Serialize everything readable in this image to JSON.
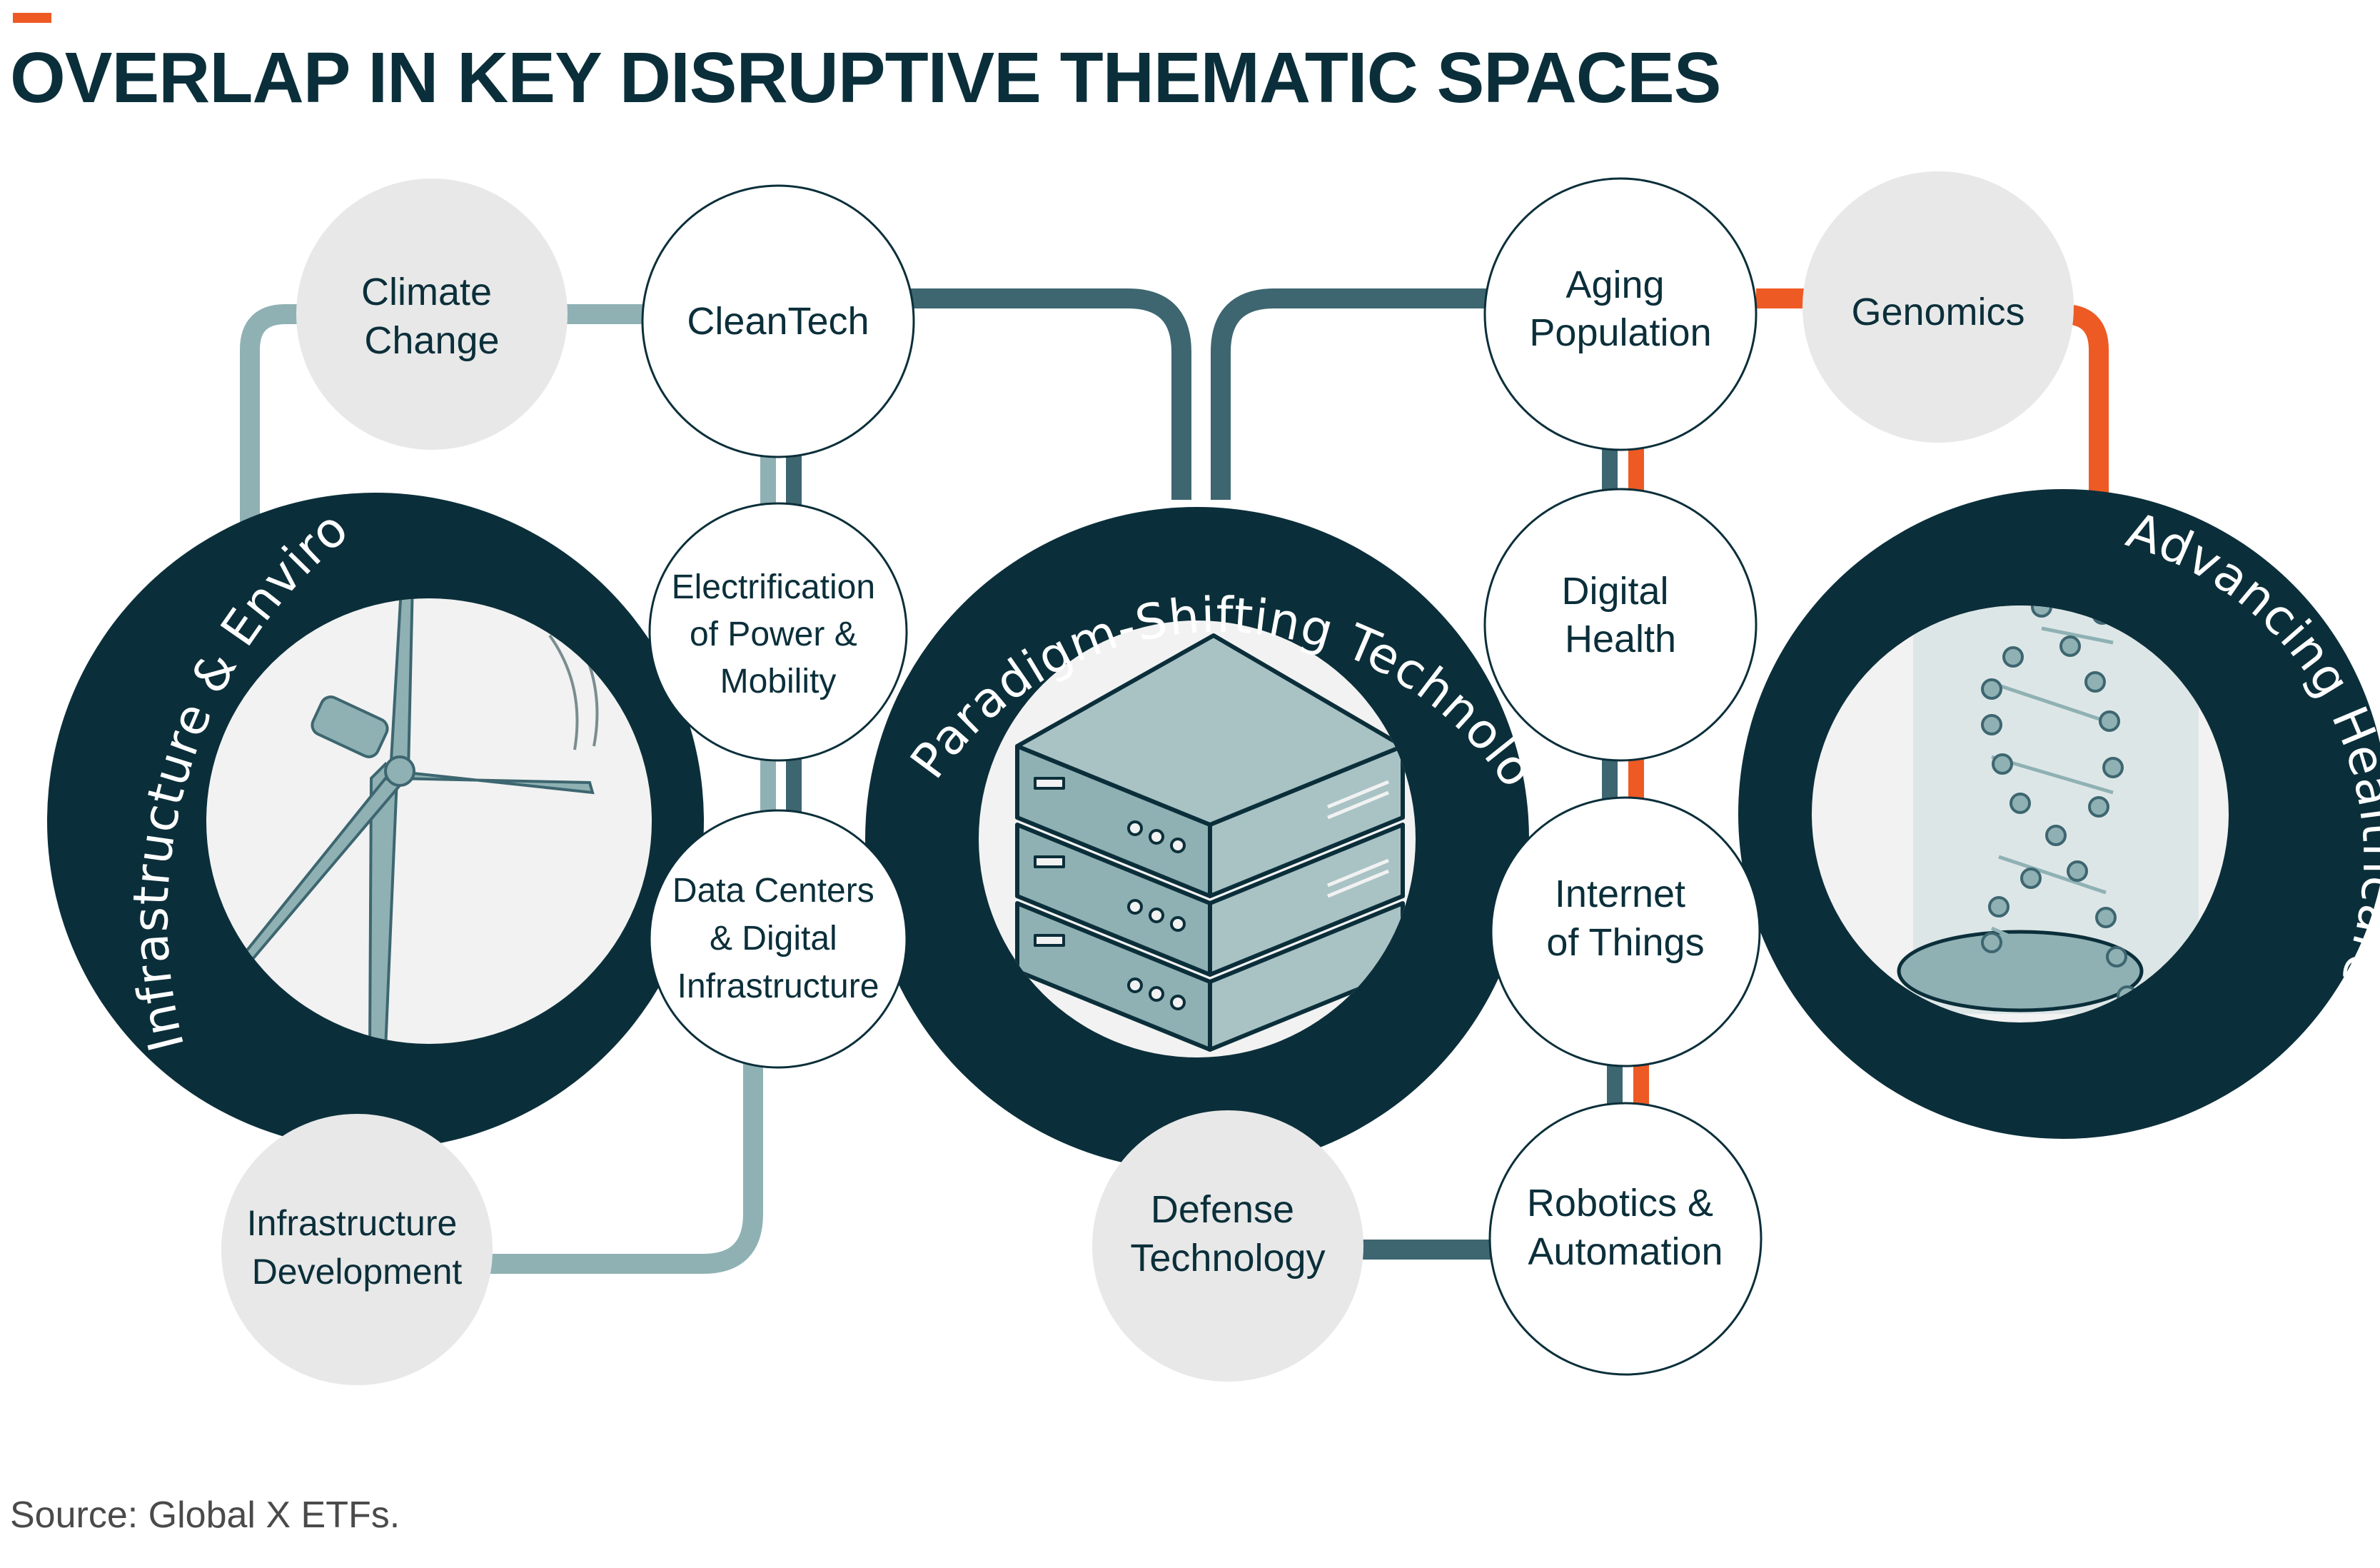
{
  "title": "OVERLAP IN KEY DISRUPTIVE THEMATIC SPACES",
  "source": "Source: Global X ETFs.",
  "colors": {
    "dark_teal": "#0b2f3a",
    "connector_light": "#8fb1b3",
    "connector_mid": "#3d6670",
    "connector_orange": "#ee5a24",
    "theme_gray": "#e8e8e8",
    "theme_white": "#ffffff"
  },
  "hubs": {
    "infrastructure": {
      "label": "Infrastructure & Environment",
      "icon": "wind-turbine-icon"
    },
    "paradigm": {
      "label": "Paradigm-Shifting Technologies",
      "icon": "server-stack-icon"
    },
    "healthcare": {
      "label": "Advancing Healthcare",
      "icon": "dna-helix-icon"
    }
  },
  "themes": {
    "climate_change": [
      "Climate",
      "Change"
    ],
    "cleantech": [
      "CleanTech"
    ],
    "electrification": [
      "Electrification",
      "of Power &",
      "Mobility"
    ],
    "data_centers": [
      "Data Centers",
      "& Digital",
      "Infrastructure"
    ],
    "infrastructure_development": [
      "Infrastructure",
      "Development"
    ],
    "aging_population": [
      "Aging",
      "Population"
    ],
    "genomics": [
      "Genomics"
    ],
    "digital_health": [
      "Digital",
      "Health"
    ],
    "internet_of_things": [
      "Internet",
      "of Things"
    ],
    "defense_technology": [
      "Defense",
      "Technology"
    ],
    "robotics_automation": [
      "Robotics &",
      "Automation"
    ]
  }
}
